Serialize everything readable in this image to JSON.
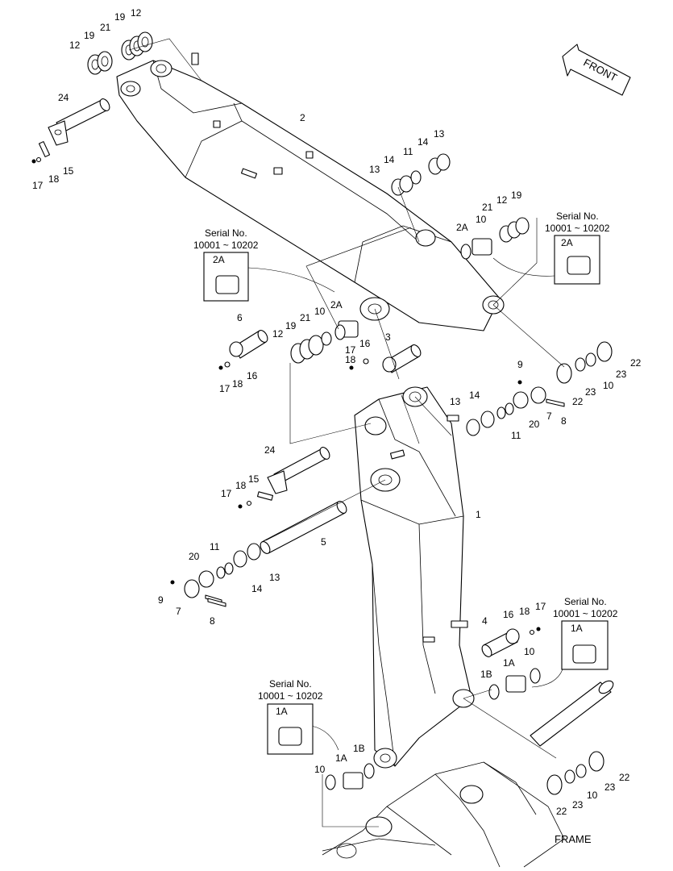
{
  "front_label": "FRONT",
  "frame_label": "FRAME",
  "serial_boxes": [
    {
      "title": "Serial No.",
      "range": "10001 ~ 10202",
      "part": "2A"
    },
    {
      "title": "Serial No.",
      "range": "10001 ~ 10202",
      "part": "2A"
    },
    {
      "title": "Serial No.",
      "range": "10001 ~ 10202",
      "part": "1A"
    },
    {
      "title": "Serial No.",
      "range": "10001 ~ 10202",
      "part": "1A"
    }
  ],
  "callouts": [
    "12",
    "19",
    "21",
    "19",
    "12",
    "24",
    "15",
    "18",
    "17",
    "2",
    "13",
    "14",
    "11",
    "14",
    "13",
    "2A",
    "10",
    "21",
    "12",
    "19",
    "6",
    "12",
    "19",
    "21",
    "10",
    "2A",
    "3",
    "17",
    "18",
    "16",
    "17",
    "18",
    "16",
    "9",
    "22",
    "7",
    "8",
    "10",
    "23",
    "22",
    "23",
    "13",
    "14",
    "11",
    "20",
    "24",
    "15",
    "18",
    "17",
    "1",
    "5",
    "20",
    "11",
    "9",
    "7",
    "8",
    "14",
    "13",
    "4",
    "16",
    "18",
    "17",
    "1B",
    "1A",
    "10",
    "10",
    "1A",
    "1B",
    "22",
    "23",
    "10",
    "22",
    "23"
  ]
}
